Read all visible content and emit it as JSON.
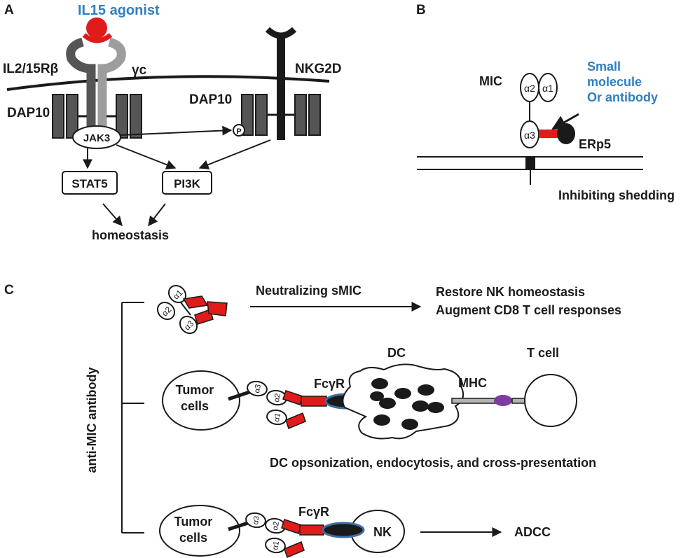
{
  "colors": {
    "accent_blue": "#2f7fc1",
    "receptor_red": "#e11a1a",
    "receptor_dark": "#555555",
    "receptor_light": "#9d9d9d",
    "fcr_blue": "#3e6ea5",
    "mhc_purple": "#7e3ca0",
    "ink": "#1a1a1a"
  },
  "panel_a": {
    "letter": "A",
    "agonist_label": "IL15 agonist",
    "receptor_label": "IL2/15Rβ",
    "gamma_label": "γc",
    "nkg2d_label": "NKG2D",
    "dap10_left": "DAP10",
    "dap10_right": "DAP10",
    "jak3_label": "JAK3",
    "phospho_label": "P",
    "stat5_label": "STAT5",
    "pi3k_label": "PI3K",
    "outcome_label": "homeostasis"
  },
  "panel_b": {
    "letter": "B",
    "mic_label": "MIC",
    "alpha1": "α1",
    "alpha2": "α2",
    "alpha3": "α3",
    "drug_line1": "Small",
    "drug_line2": "molecule",
    "drug_line3": "Or antibody",
    "erp5_label": "ERp5",
    "caption": "Inhibiting shedding"
  },
  "panel_c": {
    "letter": "C",
    "side_label": "anti-MIC antibody",
    "row1": {
      "alpha1": "α1",
      "alpha2": "α2",
      "alpha3": "α3",
      "action": "Neutralizing sMIC",
      "outcome_line1": "Restore NK homeostasis",
      "outcome_line2": "Augment CD8 T cell responses"
    },
    "row2": {
      "tumor_line1": "Tumor",
      "tumor_line2": "cells",
      "alpha1": "α1",
      "alpha2": "α2",
      "alpha3": "α3",
      "fcr_label": "FcγR",
      "dc_label": "DC",
      "mhc_label": "MHC",
      "tcell_label": "T cell",
      "caption": "DC opsonization, endocytosis, and cross-presentation"
    },
    "row3": {
      "tumor_line1": "Tumor",
      "tumor_line2": "cells",
      "alpha1": "α1",
      "alpha2": "α2",
      "alpha3": "α3",
      "fcr_label": "FcγR",
      "nk_label": "NK",
      "outcome": "ADCC"
    }
  }
}
